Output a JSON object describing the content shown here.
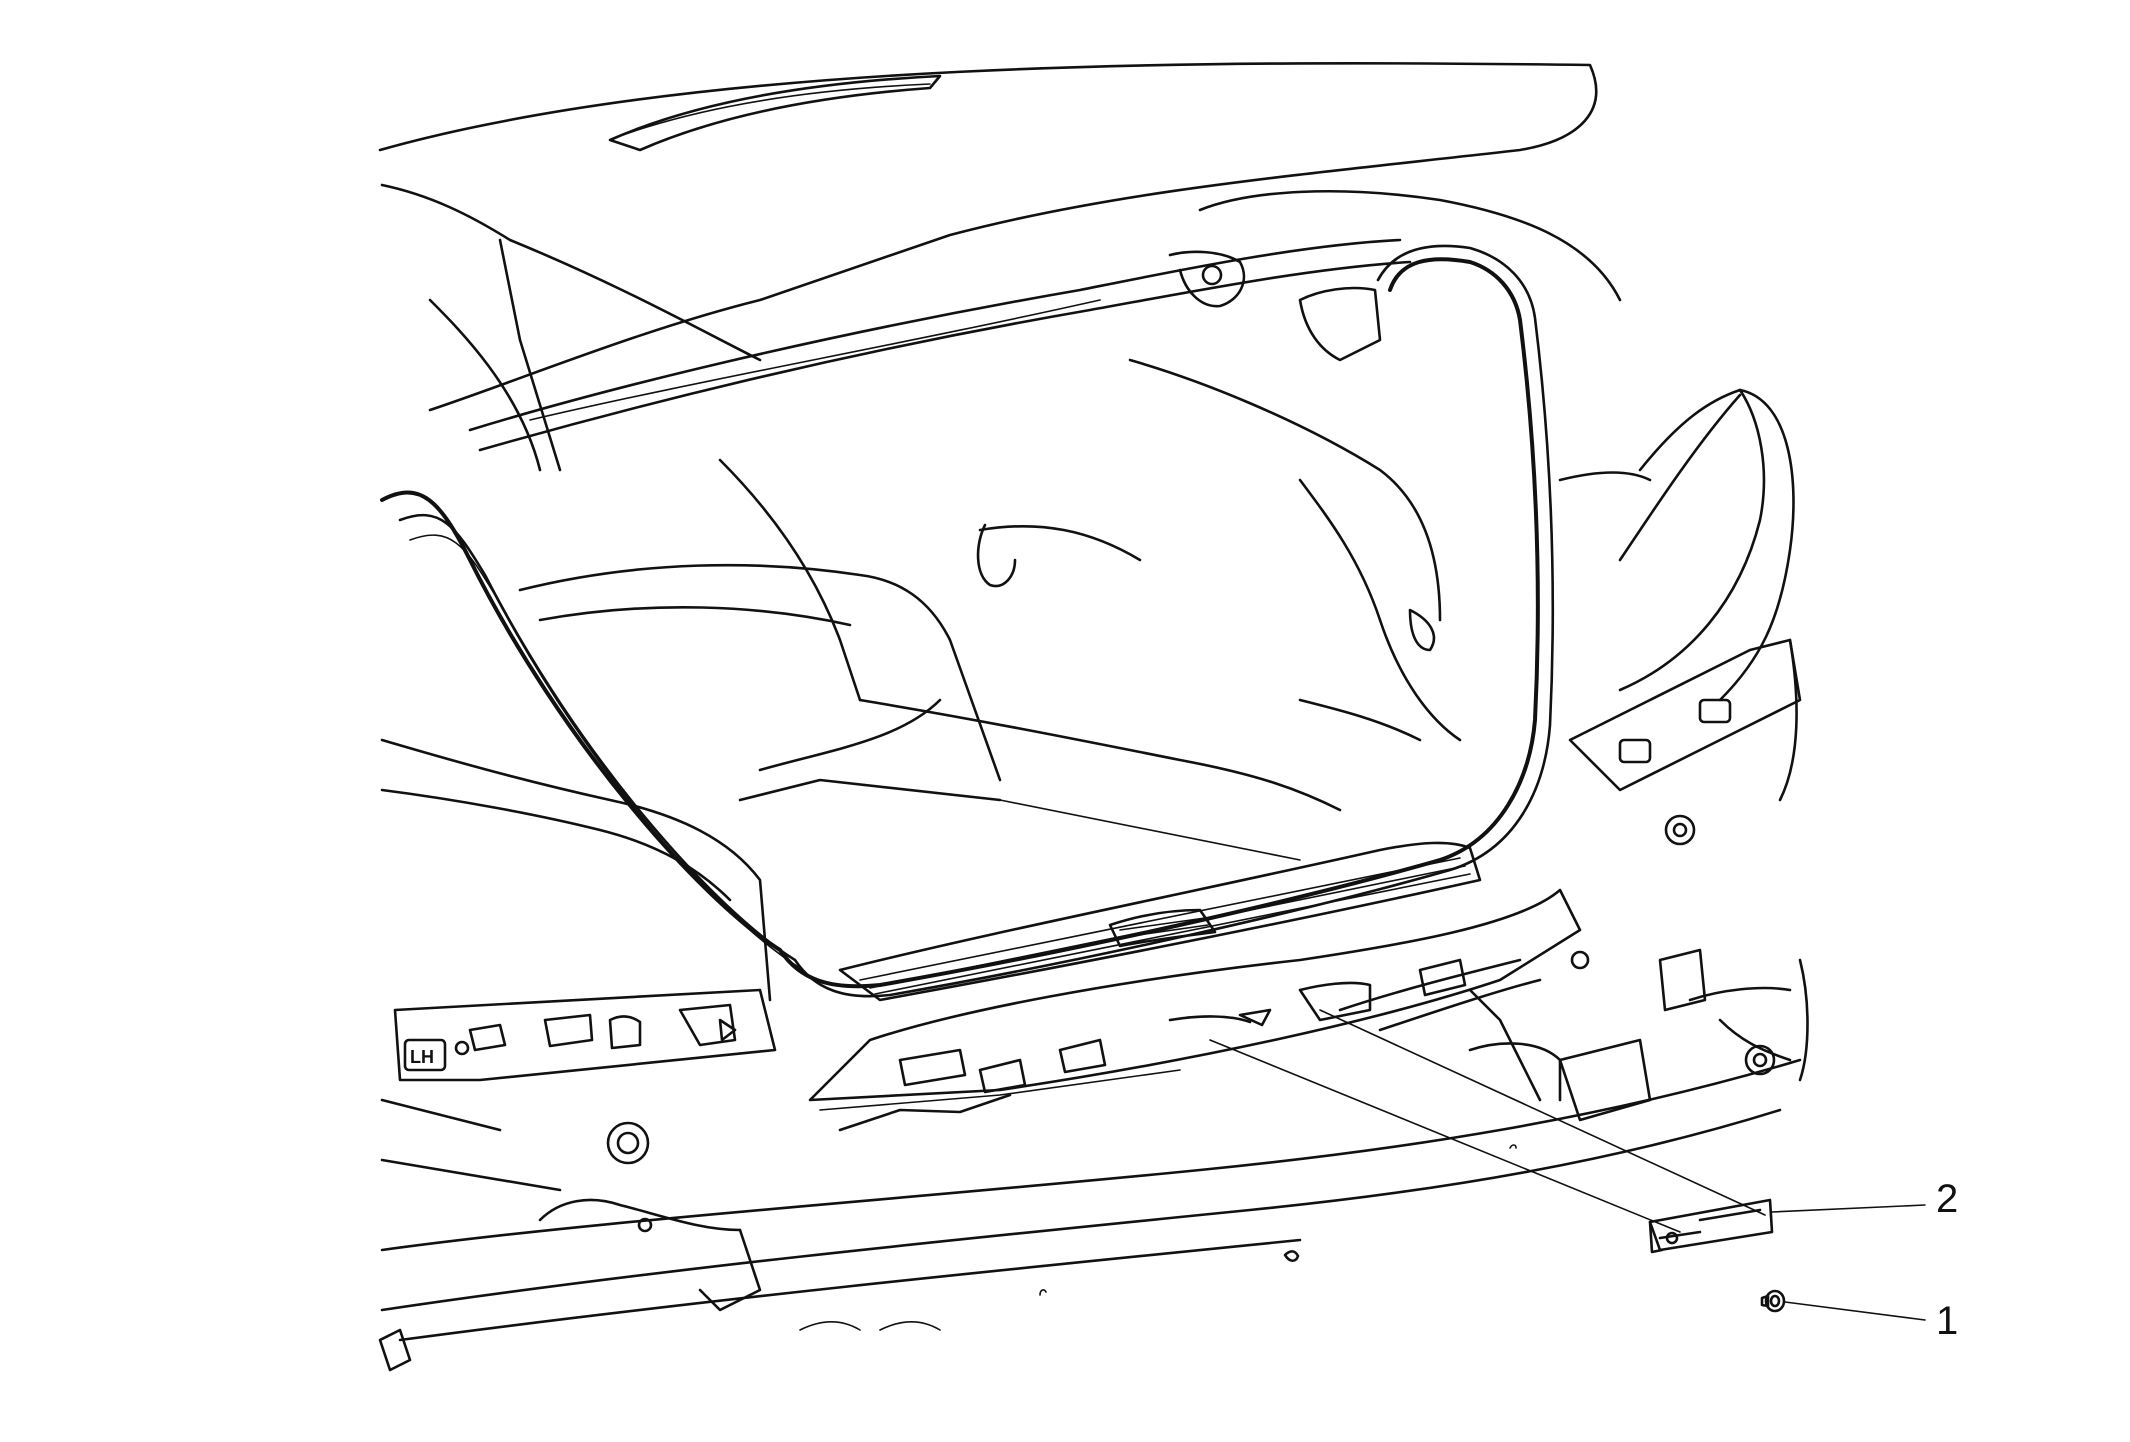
{
  "figure": {
    "callouts": [
      {
        "id": "1",
        "label": "1"
      },
      {
        "id": "2",
        "label": "2"
      }
    ],
    "stamp": "LH"
  }
}
